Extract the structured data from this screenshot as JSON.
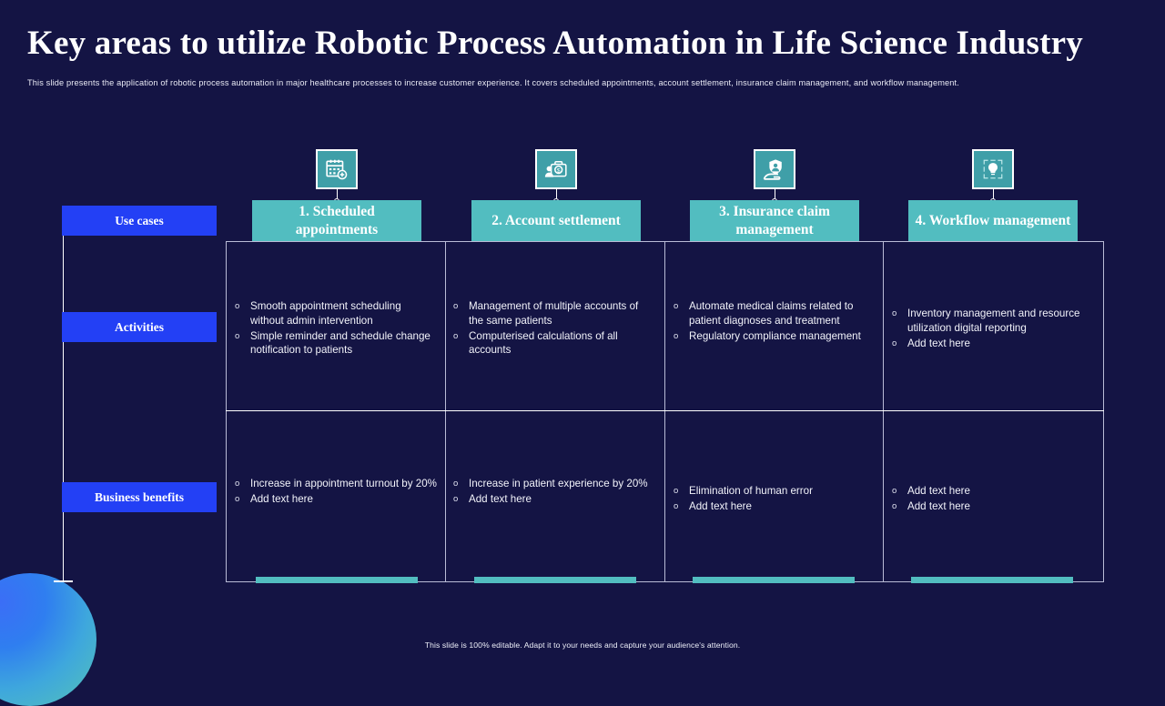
{
  "slide": {
    "title": "Key areas to utilize Robotic Process Automation in Life Science Industry",
    "subtitle": "This slide presents the application of robotic process automation in major healthcare processes to increase customer experience. It covers scheduled appointments, account settlement, insurance claim management,  and workflow management.",
    "footer": "This slide is 100% editable. Adapt it to your needs and capture your audience's attention."
  },
  "colors": {
    "background": "#141444",
    "accent_blue": "#2340F5",
    "accent_teal": "#52BDC0",
    "icon_tile": "#3F9FA8",
    "text": "#FFFFFF",
    "grid_line": "#B9BBD6"
  },
  "row_labels": [
    {
      "label": "Use cases"
    },
    {
      "label": "Activities"
    },
    {
      "label": "Business benefits"
    }
  ],
  "columns": [
    {
      "icon": "calendar-clock-icon",
      "header": "1. Scheduled appointments",
      "activities": [
        "Smooth appointment  scheduling without  admin intervention",
        "Simple reminder  and  schedule change notification to patients"
      ],
      "benefits": [
        "Increase in appointment  turnout by 20%",
        "Add text here"
      ]
    },
    {
      "icon": "medical-bag-dollar-icon",
      "header": "2. Account settlement",
      "activities": [
        "Management  of multiple accounts of the same patients",
        "Computerised  calculations of all accounts"
      ],
      "benefits": [
        "Increase in patient experience by 20%",
        "Add text here"
      ]
    },
    {
      "icon": "hand-shield-patient-icon",
      "header": "3. Insurance claim management",
      "activities": [
        "Automate medical claims related to patient diagnoses  and treatment",
        "Regulatory  compliance management"
      ],
      "benefits": [
        "Elimination  of human  error",
        "Add text here"
      ]
    },
    {
      "icon": "lightbulb-frame-icon",
      "header": "4. Workflow management",
      "activities": [
        "Inventory  management  and resource utilization digital reporting",
        "Add text here"
      ],
      "benefits": [
        "Add text here",
        "Add text here"
      ]
    }
  ]
}
